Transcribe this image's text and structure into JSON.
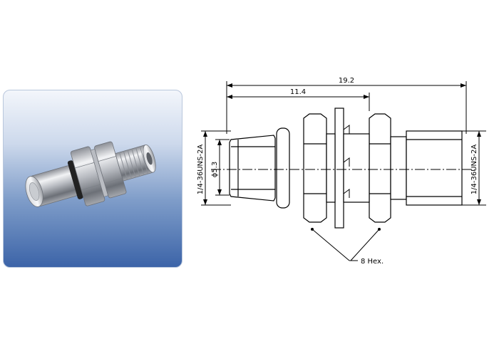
{
  "drawing": {
    "dimensions": {
      "overall_length": "19.2",
      "partial_length": "11.4",
      "left_thread": "1/4-36UNS-2A",
      "right_thread": "1/4-36UNS-2A",
      "diameter": "ϕ5.3",
      "hex_note": "8 Hex."
    }
  }
}
